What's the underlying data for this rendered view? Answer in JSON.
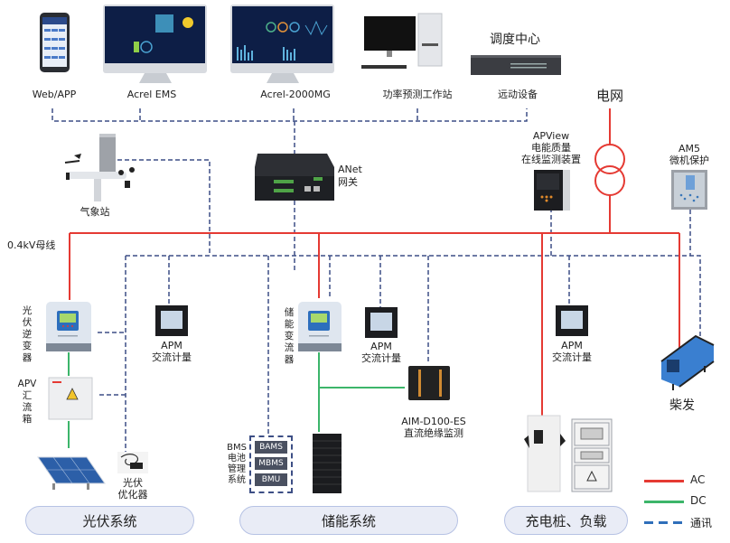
{
  "title": "微电网能量管理系统架构图",
  "colors": {
    "ac": "#e53a33",
    "dc": "#3cb56a",
    "comm": "#3d4f85",
    "pill_bg": "#e9ecf6",
    "pill_border": "#b6c2e4"
  },
  "top_systems": [
    {
      "label": "Web/APP",
      "icon": "smartphone-icon"
    },
    {
      "label": "Acrel EMS",
      "icon": "monitor-dashboard-icon"
    },
    {
      "label": "Acrel-2000MG",
      "icon": "monitor-dashboard-icon"
    },
    {
      "label": "功率预测工作站",
      "icon": "desktop-computer-icon"
    },
    {
      "label": "远动设备",
      "icon": "rack-server-icon"
    }
  ],
  "dispatch_center": "调度中心",
  "grid": "电网",
  "gateway": {
    "name": "ANet",
    "desc": "网关"
  },
  "weather_station": "气象站",
  "bus_label": "0.4kV母线",
  "apview": {
    "name": "APView",
    "line1": "电能质量",
    "line2": "在线监测装置"
  },
  "am5": {
    "name": "AM5",
    "desc": "微机保护"
  },
  "pv": {
    "inverter_label": [
      "光",
      "伏",
      "逆",
      "变",
      "器"
    ],
    "combiner_label": [
      "APV",
      "汇",
      "流",
      "箱"
    ],
    "optimizer": [
      "光伏",
      "优化器"
    ],
    "meter": {
      "name": "APM",
      "desc": "交流计量"
    }
  },
  "storage": {
    "pcs_label": [
      "储",
      "能",
      "变",
      "流",
      "器"
    ],
    "meter": {
      "name": "APM",
      "desc": "交流计量"
    },
    "insulation": {
      "name": "AIM-D100-ES",
      "desc": "直流绝缘监测"
    },
    "bms_label": [
      "BMS",
      "电池",
      "管理",
      "系统"
    ],
    "bms_items": [
      "BAMS",
      "MBMS",
      "BMU"
    ]
  },
  "load": {
    "meter": {
      "name": "APM",
      "desc": "交流计量"
    }
  },
  "diesel": "柴发",
  "sections": [
    "光伏系统",
    "储能系统",
    "充电桩、负载"
  ],
  "legend": [
    {
      "label": "AC",
      "style": "solid",
      "color": "#e53a33"
    },
    {
      "label": "DC",
      "style": "solid",
      "color": "#3cb56a"
    },
    {
      "label": "通讯",
      "style": "dashed",
      "color": "#2f6fba"
    }
  ]
}
